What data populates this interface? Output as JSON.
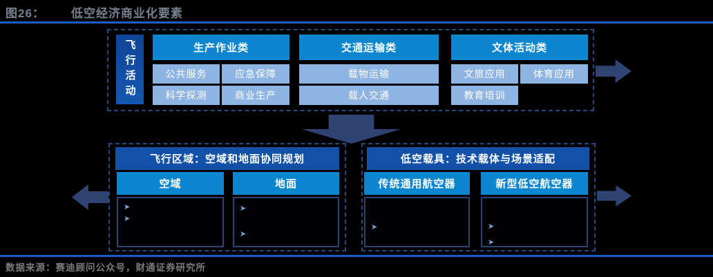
{
  "page": {
    "title_label": "图26：",
    "title_text": "低空经济商业化要素",
    "source_text": "数据来源：赛迪顾问公众号，财通证券研究所"
  },
  "flight_activities": {
    "side_label": "飞行活动",
    "categories": [
      {
        "header": "生产作业类",
        "cells": [
          "公共服务",
          "应急保障",
          "科学探测",
          "商业生产"
        ]
      },
      {
        "header": "交通运输类",
        "cells": [
          "载物运输",
          "载人交通"
        ]
      },
      {
        "header": "文体活动类",
        "cells": [
          "文旅应用",
          "体育应用",
          "教育培训"
        ]
      }
    ]
  },
  "flight_area": {
    "header": "飞行区域：空域和地面协同规划",
    "columns": [
      {
        "header": "空域",
        "bullet_count": 2
      },
      {
        "header": "地面",
        "bullet_count": 2
      }
    ]
  },
  "aircraft": {
    "header": "低空载具：技术载体与场景适配",
    "columns": [
      {
        "header": "传统通用航空器",
        "bullet_count": 1
      },
      {
        "header": "新型低空航空器",
        "bullet_count": 2
      }
    ]
  },
  "icons": {
    "bullet_glyph": "➤"
  },
  "colors": {
    "accent_blue": "#0b86cf",
    "medium_blue": "#1251a7",
    "light_blue": "#8eb4e3",
    "arrow_navy": "#2f4472",
    "line_blue": "#1d5dc8",
    "dashed_border": "#254a80"
  }
}
